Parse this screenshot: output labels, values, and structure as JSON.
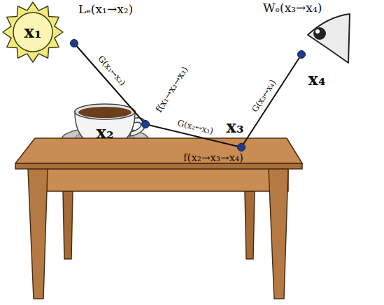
{
  "diagram": {
    "nodes": [
      {
        "text": [
          "x₁"
        ]
      },
      {
        "text": [
          "x₂"
        ]
      },
      {
        "text": [
          "x₃"
        ]
      },
      {
        "text": [
          "x₄"
        ]
      }
    ],
    "edges": [
      {
        "from": 0,
        "to": 1,
        "arrow": "none",
        "label": "G(x₁↔x₂)"
      },
      {
        "from": 1,
        "to": 2,
        "arrow": "none",
        "label": "G(x₂↔x₃)"
      },
      {
        "from": 2,
        "to": 3,
        "arrow": "none",
        "label": "G(x₃↔x₄)"
      }
    ],
    "labels": [
      "Lₑ(x₁→x₂)",
      "Wₑ(x₃→x₄)",
      "f(x₁→x₂→x₃)",
      "f(x₂→x₃→x₄)"
    ]
  }
}
